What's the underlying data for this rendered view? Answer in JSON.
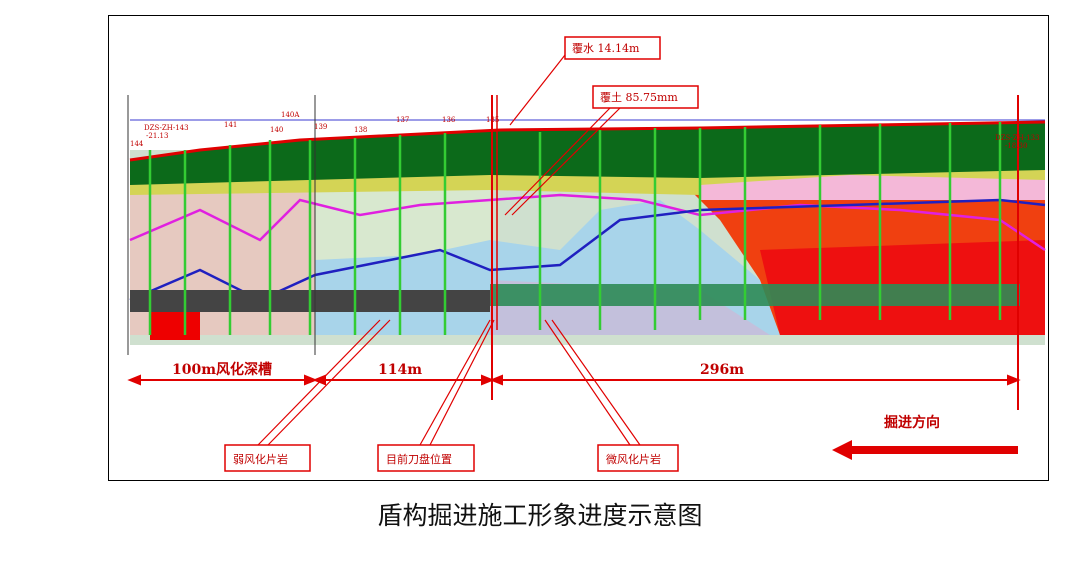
{
  "callouts": {
    "water_cover": "覆水 14.14m",
    "soil_cover": "覆土 85.75mm",
    "weak_weathered": "弱风化片岩",
    "cutter_position": "目前刀盘位置",
    "slight_weathered": "微风化片岩"
  },
  "dimensions": {
    "trough": "100m风化深槽",
    "mid": "114m",
    "remaining": "296m"
  },
  "direction_label": "掘进方向",
  "boreholes": {
    "left_id": "DZS-ZH-143",
    "left_depth": "-21.13",
    "right_id": "DZS-ZH-133",
    "right_depth": "-18.30",
    "stations": [
      "144",
      "141",
      "140A",
      "140",
      "139",
      "138",
      "137",
      "136",
      "135"
    ]
  },
  "caption": "盾构掘进施工形象进度示意图",
  "colors": {
    "accent": "#e00000",
    "tunnel": "#2e8b57",
    "water_line": "#3a3ad0"
  }
}
